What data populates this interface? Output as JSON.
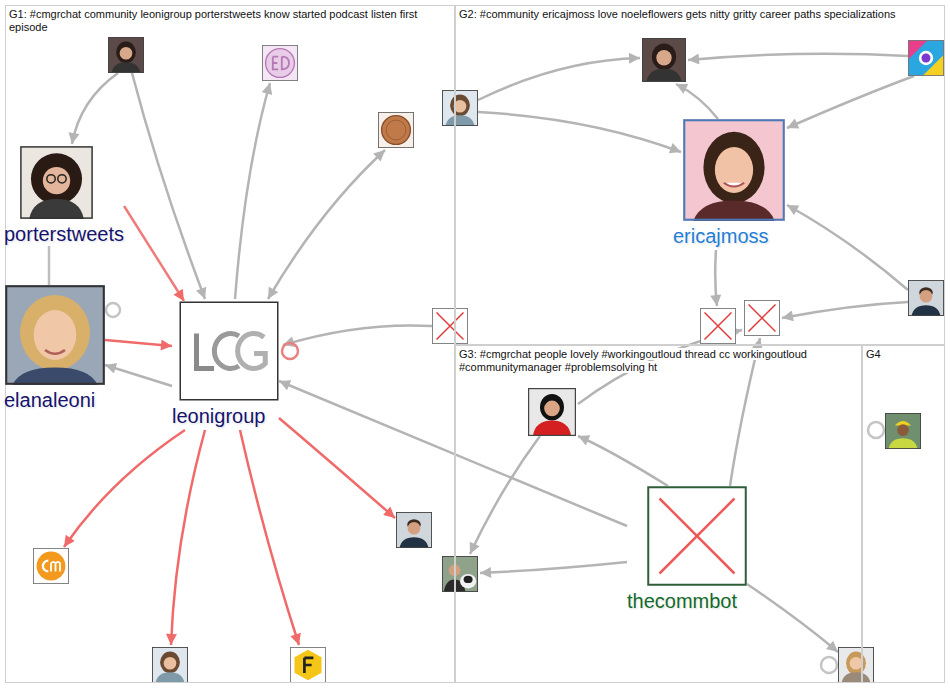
{
  "diagram": {
    "nodes": [
      {
        "text": [
          "G1: #cmgrchat community leonigroup porterstweets know started podcast listen first episode"
        ]
      },
      {
        "text": [
          "porterstweets"
        ],
        "in": 0
      },
      {
        "text": [
          "elanaleoni"
        ],
        "in": 0
      },
      {
        "text": [
          "leonigroup"
        ],
        "in": 0
      },
      {
        "text": [
          "G2: #community ericajmoss love noeleflowers gets nitty gritty career paths specializations"
        ]
      },
      {
        "text": [
          "ericajmoss"
        ],
        "in": 4
      },
      {
        "text": [
          "G3: #cmgrchat people lovely #workingoutloud thread cc workingoutloud #communitymanager #problemsolving ht"
        ]
      },
      {
        "text": [
          "thecommbot"
        ],
        "in": 6
      },
      {
        "text": [
          "G4"
        ]
      }
    ],
    "edges": [
      {
        "from": 2,
        "to": 3,
        "arrow": "to"
      },
      {
        "from": 1,
        "to": 3,
        "arrow": "to"
      },
      {
        "from": 1,
        "to": 2,
        "arrow": "none"
      },
      {
        "from": 3,
        "to": 2,
        "arrow": "to"
      },
      {
        "from": 7,
        "to": 3,
        "arrow": "to"
      }
    ]
  }
}
